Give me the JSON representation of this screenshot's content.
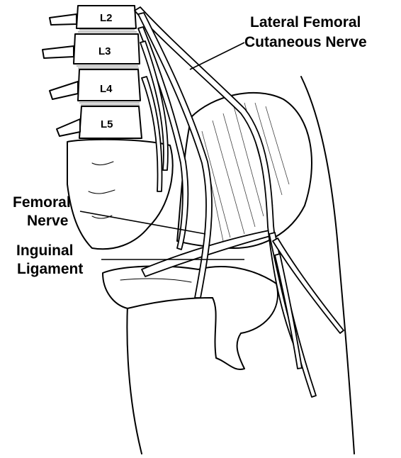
{
  "labels": {
    "lateral_femoral_line1": "Lateral Femoral",
    "lateral_femoral_line2": "Cutaneous Nerve",
    "femoral_line1": "Femoral",
    "femoral_line2": "Nerve",
    "inguinal_line1": "Inguinal",
    "inguinal_line2": "Ligament"
  },
  "vertebrae": [
    "L2",
    "L3",
    "L4",
    "L5"
  ]
}
